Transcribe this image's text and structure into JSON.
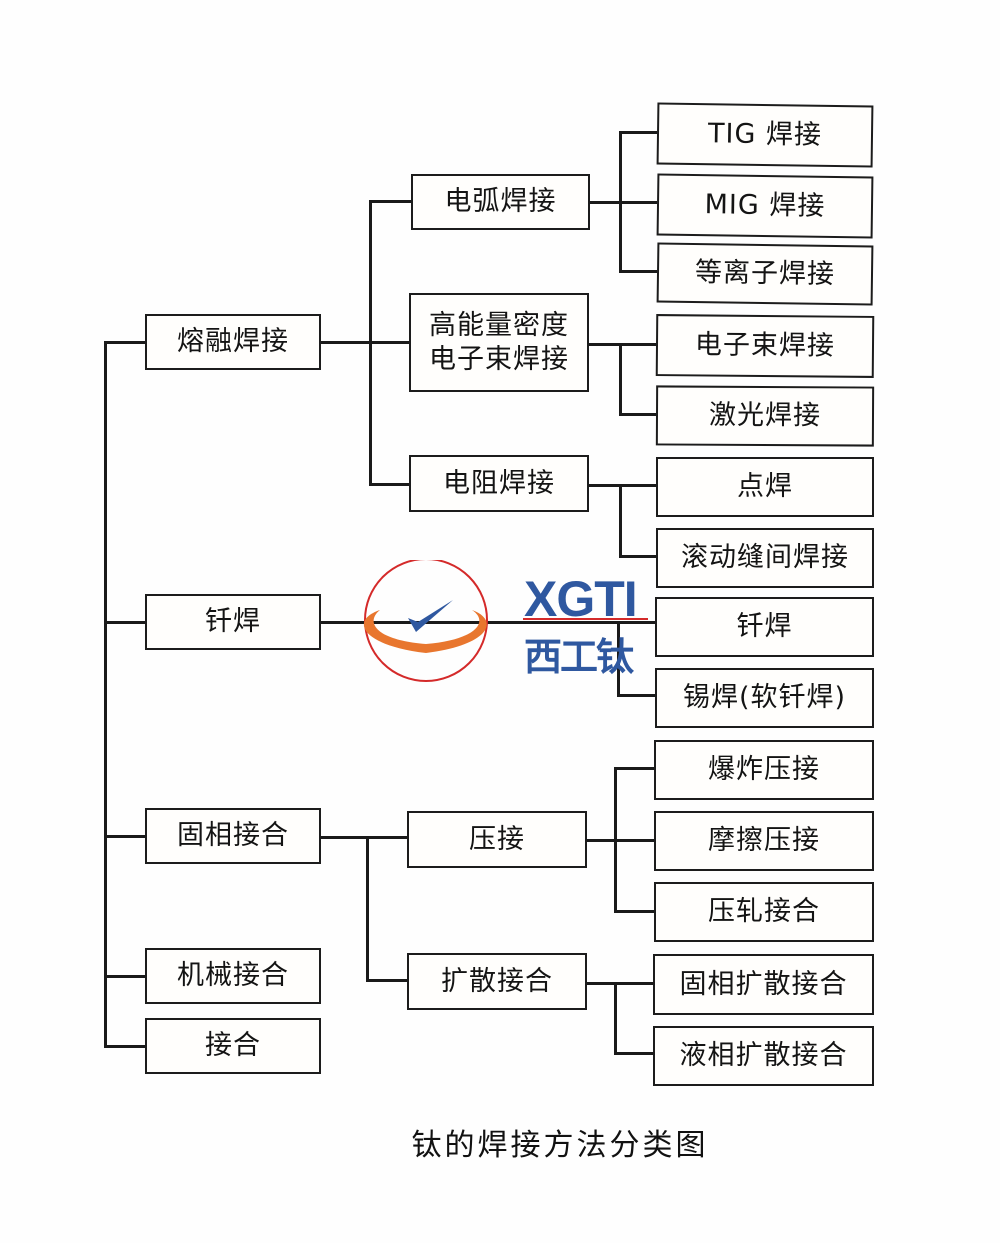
{
  "title": "钛的焊接方法分类图",
  "level1": [
    {
      "label": "熔融焊接"
    },
    {
      "label": "钎焊"
    },
    {
      "label": "固相接合"
    },
    {
      "label": "机械接合"
    },
    {
      "label": "接合"
    }
  ],
  "level2": [
    {
      "label": "电弧焊接",
      "parent": "熔融焊接"
    },
    {
      "label_line1": "高能量密度",
      "label_line2": "电子束焊接",
      "parent": "熔融焊接"
    },
    {
      "label": "电阻焊接",
      "parent": "熔融焊接"
    },
    {
      "label": "压接",
      "parent": "固相接合"
    },
    {
      "label": "扩散接合",
      "parent": "固相接合"
    }
  ],
  "level3": [
    {
      "label": "TIG 焊接",
      "parent": "电弧焊接"
    },
    {
      "label": "MIG 焊接",
      "parent": "电弧焊接"
    },
    {
      "label": "等离子焊接",
      "parent": "电弧焊接"
    },
    {
      "label": "电子束焊接",
      "parent": "高能量密度电子束焊接"
    },
    {
      "label": "激光焊接",
      "parent": "高能量密度电子束焊接"
    },
    {
      "label": "点焊",
      "parent": "电阻焊接"
    },
    {
      "label": "滚动缝间焊接",
      "parent": "电阻焊接"
    },
    {
      "label": "钎焊",
      "parent": "钎焊"
    },
    {
      "label": "锡焊(软钎焊)",
      "parent": "钎焊"
    },
    {
      "label": "爆炸压接",
      "parent": "压接"
    },
    {
      "label": "摩擦压接",
      "parent": "压接"
    },
    {
      "label": "压轧接合",
      "parent": "压接"
    },
    {
      "label": "固相扩散接合",
      "parent": "扩散接合"
    },
    {
      "label": "液相扩散接合",
      "parent": "扩散接合"
    }
  ],
  "watermark": {
    "text_en": "XGTI",
    "text_cn": "西工钛",
    "colors": {
      "ring": "#e8762e",
      "circle": "#d42a2a",
      "text": "#2f58a0",
      "check": "#2f58a0"
    }
  }
}
